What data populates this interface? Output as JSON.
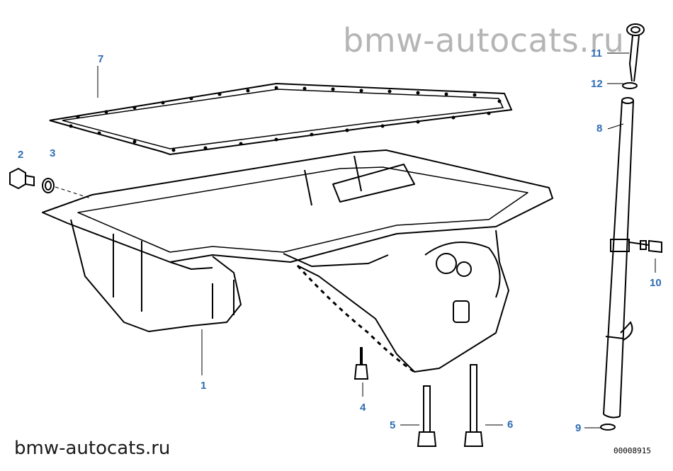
{
  "watermark_top": "bmw-autocats.ru",
  "watermark_bottom": "bmw-autocats.ru",
  "drawing_number": "00008915",
  "callouts": {
    "oil_pan": "1",
    "drain_plug": "2",
    "plug_gasket": "3",
    "bolt_4": "4",
    "bolt_5": "5",
    "bolt_6": "6",
    "pan_gasket": "7",
    "dipstick_tube": "8",
    "o_ring_9": "9",
    "bolt_10": "10",
    "dipstick": "11",
    "o_ring_12": "12"
  },
  "colors": {
    "callout": "#2f6db3",
    "line": "#000000",
    "watermark": "#b5b5b5"
  }
}
